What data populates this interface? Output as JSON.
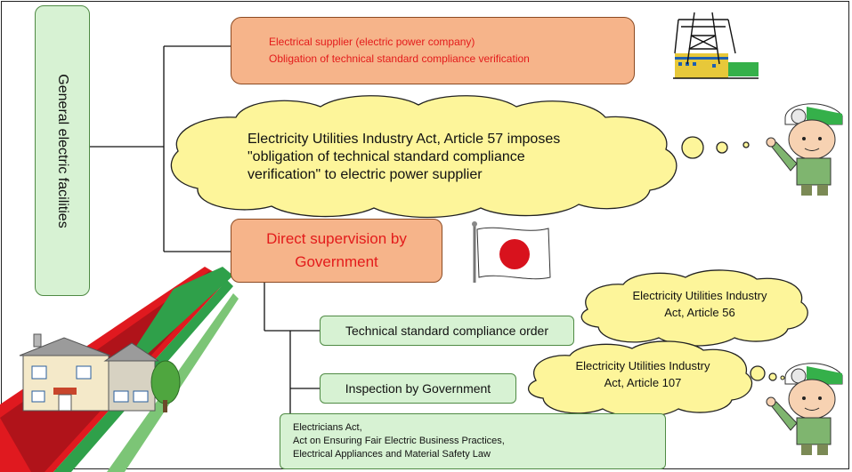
{
  "side_label": "General electric facilities",
  "supplier": {
    "line1": "Electrical supplier (electric power company)",
    "line2": "Obligation of technical standard compliance verification"
  },
  "article57_cloud": {
    "line1": "Electricity Utilities Industry Act, Article 57 imposes",
    "line2": "\"obligation of technical standard compliance",
    "line3": "verification\" to electric power supplier"
  },
  "government": {
    "line1": "Direct supervision by",
    "line2": "Government"
  },
  "order_box": "Technical standard compliance order",
  "inspection_box": "Inspection by Government",
  "article56_cloud": {
    "line1": "Electricity Utilities Industry",
    "line2": "Act, Article 56"
  },
  "article107_cloud": {
    "line1": "Electricity Utilities Industry",
    "line2": "Act, Article 107"
  },
  "acts_box": {
    "line1": "Electricians Act,",
    "line2": "Act on Ensuring Fair Electric Business Practices,",
    "line3": "Electrical Appliances and Material Safety Law"
  },
  "icons": [
    "power-plant-icon",
    "japan-flag-icon",
    "house-icon",
    "engineer-icon",
    "power-road-icon"
  ],
  "colors": {
    "orange_box": "#f6b48a",
    "green_box": "#d7f2d3",
    "cloud": "#fdf59a",
    "red_text": "#e31b1b"
  }
}
